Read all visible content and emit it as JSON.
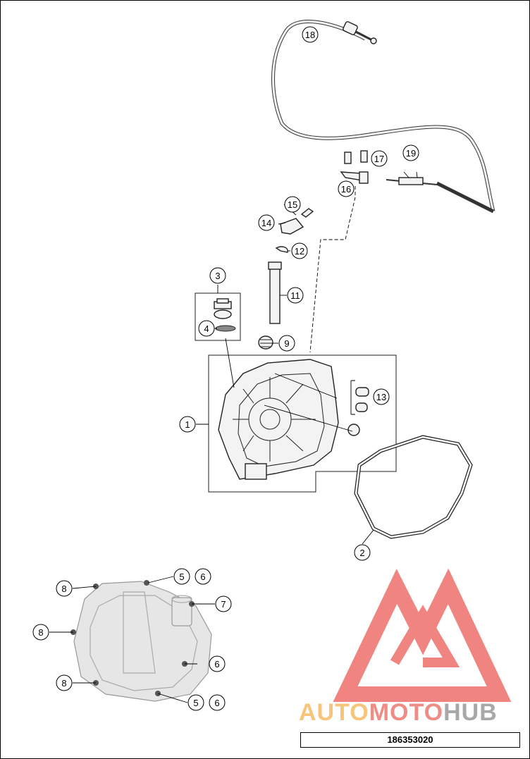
{
  "callouts": [
    "1",
    "2",
    "3",
    "4",
    "5",
    "6",
    "7",
    "8",
    "9",
    "11",
    "12",
    "13",
    "14",
    "15",
    "16",
    "17",
    "18",
    "19"
  ],
  "watermark": {
    "part1": "AUTO",
    "part2": "MOTO",
    "part3": "HUB",
    "color1": "#f7c47a",
    "color2": "#f08c86",
    "color3": "#a8a8a8",
    "logo_color": "#ee6f6a"
  },
  "document_number": "186353020"
}
